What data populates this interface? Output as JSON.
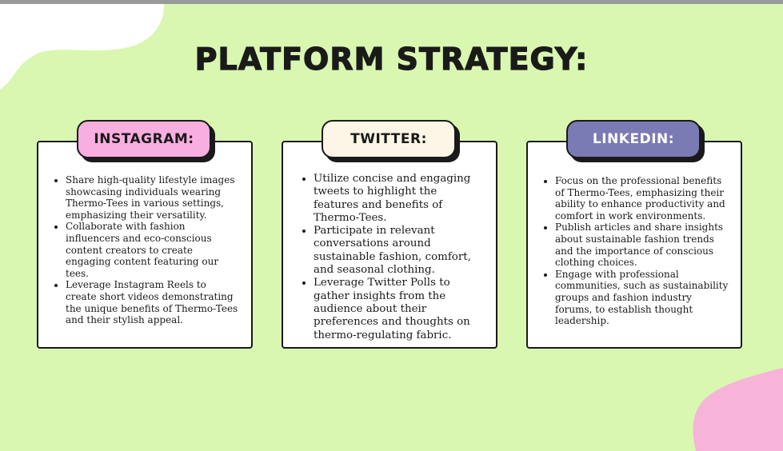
{
  "title": "PLATFORM STRATEGY:",
  "colors": {
    "background": "#d9f7b0",
    "instagram_pill": "#f9aee0",
    "twitter_pill": "#fdf6e6",
    "linkedin_pill": "#7a7ab5",
    "blob_top_left": "#ffffff",
    "blob_bottom_right": "#f7b3da"
  },
  "platforms": [
    {
      "name": "INSTAGRAM:",
      "bullets": [
        "Share high-quality lifestyle images showcasing individuals wearing Thermo-Tees in various settings, emphasizing their versatility.",
        "Collaborate with fashion influencers and eco-conscious content creators to create engaging content featuring our tees.",
        "Leverage Instagram Reels to create short videos demonstrating the unique benefits of Thermo-Tees and their stylish appeal."
      ]
    },
    {
      "name": "TWITTER:",
      "bullets": [
        "Utilize concise and engaging tweets to highlight the features and benefits of Thermo-Tees.",
        "Participate in relevant conversations around sustainable fashion, comfort, and seasonal clothing.",
        "Leverage Twitter Polls to gather insights from the audience about their preferences and thoughts on thermo-regulating fabric."
      ]
    },
    {
      "name": "LINKEDIN:",
      "bullets": [
        "Focus on the professional benefits of Thermo-Tees, emphasizing their ability to enhance productivity and comfort in work environments.",
        "Publish articles and share insights about sustainable fashion trends and the importance of conscious clothing choices.",
        "Engage with professional communities, such as sustainability groups and fashion industry forums, to establish thought leadership."
      ]
    }
  ]
}
